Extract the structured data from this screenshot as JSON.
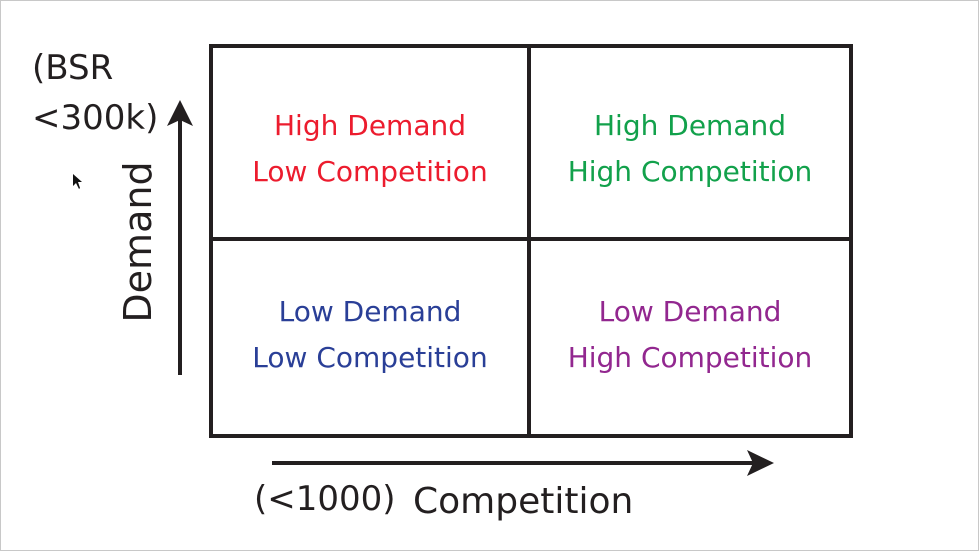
{
  "quadrants": {
    "top_left": {
      "line1": "High Demand",
      "line2": "Low Competition",
      "color": "#ec1c2e"
    },
    "top_right": {
      "line1": "High Demand",
      "line2": "High Competition",
      "color": "#12a14b"
    },
    "bottom_left": {
      "line1": "Low Demand",
      "line2": "Low Competition",
      "color": "#2a3f97"
    },
    "bottom_right": {
      "line1": "Low Demand",
      "line2": "High Competition",
      "color": "#92278f"
    }
  },
  "y_axis": {
    "label": "Demand",
    "note_line1": "(BSR",
    "note_line2": "<300k)"
  },
  "x_axis": {
    "label": "Competition",
    "note": "(<1000)"
  }
}
